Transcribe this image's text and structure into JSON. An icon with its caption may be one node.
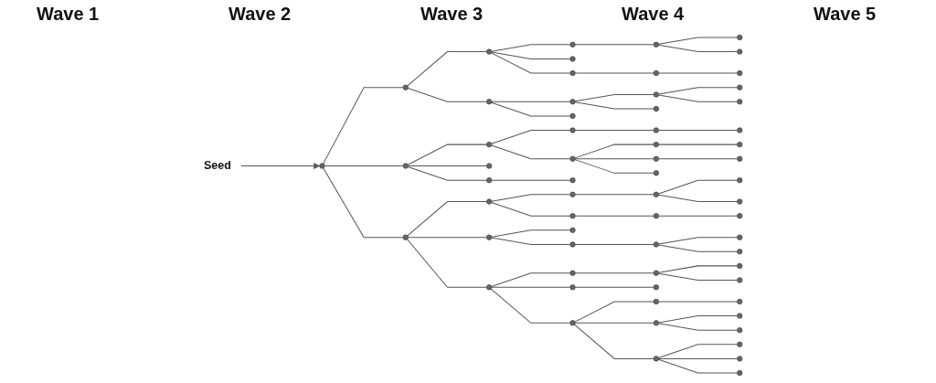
{
  "diagram": {
    "nodes": [
      {
        "text": [
          "Seed"
        ]
      },
      {
        "text": [],
        "shape": "circle"
      },
      {
        "text": [],
        "shape": "circle"
      },
      {
        "text": [],
        "shape": "circle"
      },
      {
        "text": [],
        "shape": "circle"
      },
      {
        "text": [],
        "shape": "circle"
      },
      {
        "text": [],
        "shape": "circle"
      },
      {
        "text": [],
        "shape": "circle"
      },
      {
        "text": [],
        "shape": "circle"
      },
      {
        "text": [],
        "shape": "circle"
      },
      {
        "text": [],
        "shape": "circle"
      },
      {
        "text": [],
        "shape": "circle"
      },
      {
        "text": [],
        "shape": "circle"
      },
      {
        "text": [],
        "shape": "circle"
      },
      {
        "text": [],
        "shape": "circle"
      },
      {
        "text": [],
        "shape": "circle"
      },
      {
        "text": [],
        "shape": "circle"
      },
      {
        "text": [],
        "shape": "circle"
      },
      {
        "text": [],
        "shape": "circle"
      },
      {
        "text": [],
        "shape": "circle"
      },
      {
        "text": [],
        "shape": "circle"
      },
      {
        "text": [],
        "shape": "circle"
      },
      {
        "text": [],
        "shape": "circle"
      },
      {
        "text": [],
        "shape": "circle"
      },
      {
        "text": [],
        "shape": "circle"
      },
      {
        "text": [],
        "shape": "circle"
      },
      {
        "text": [],
        "shape": "circle"
      },
      {
        "text": [],
        "shape": "circle"
      },
      {
        "text": [],
        "shape": "circle"
      },
      {
        "text": [],
        "shape": "circle"
      },
      {
        "text": [],
        "shape": "circle"
      },
      {
        "text": [],
        "shape": "circle"
      },
      {
        "text": [],
        "shape": "circle"
      },
      {
        "text": [],
        "shape": "circle"
      },
      {
        "text": [],
        "shape": "circle"
      },
      {
        "text": [],
        "shape": "circle"
      },
      {
        "text": [],
        "shape": "circle"
      },
      {
        "text": [],
        "shape": "circle"
      },
      {
        "text": [],
        "shape": "circle"
      },
      {
        "text": [],
        "shape": "circle"
      },
      {
        "text": [],
        "shape": "circle"
      },
      {
        "text": [],
        "shape": "circle"
      },
      {
        "text": [],
        "shape": "circle"
      },
      {
        "text": [],
        "shape": "circle"
      },
      {
        "text": [],
        "shape": "circle"
      },
      {
        "text": [],
        "shape": "circle"
      },
      {
        "text": [],
        "shape": "circle"
      },
      {
        "text": [],
        "shape": "circle"
      },
      {
        "text": [],
        "shape": "circle"
      },
      {
        "text": [],
        "shape": "circle"
      },
      {
        "text": [],
        "shape": "circle"
      },
      {
        "text": [],
        "shape": "circle"
      },
      {
        "text": [],
        "shape": "circle"
      },
      {
        "text": [],
        "shape": "circle"
      },
      {
        "text": [],
        "shape": "circle"
      },
      {
        "text": [],
        "shape": "circle"
      },
      {
        "text": [],
        "shape": "circle"
      },
      {
        "text": [],
        "shape": "circle"
      },
      {
        "text": [],
        "shape": "circle"
      },
      {
        "text": [],
        "shape": "circle"
      },
      {
        "text": [],
        "shape": "circle"
      },
      {
        "text": [],
        "shape": "circle"
      },
      {
        "text": [],
        "shape": "circle"
      },
      {
        "text": [],
        "shape": "circle"
      },
      {
        "text": [],
        "shape": "circle"
      }
    ],
    "edges": [
      {
        "from": 0,
        "to": 1,
        "arrow": "to"
      },
      {
        "from": 1,
        "to": 2,
        "arrow": "none"
      },
      {
        "from": 1,
        "to": 3,
        "arrow": "none"
      },
      {
        "from": 1,
        "to": 4,
        "arrow": "none"
      },
      {
        "from": 2,
        "to": 5,
        "arrow": "none"
      },
      {
        "from": 2,
        "to": 6,
        "arrow": "none"
      },
      {
        "from": 3,
        "to": 7,
        "arrow": "none"
      },
      {
        "from": 3,
        "to": 8,
        "arrow": "none"
      },
      {
        "from": 3,
        "to": 9,
        "arrow": "none"
      },
      {
        "from": 4,
        "to": 10,
        "arrow": "none"
      },
      {
        "from": 4,
        "to": 11,
        "arrow": "none"
      },
      {
        "from": 4,
        "to": 12,
        "arrow": "none"
      },
      {
        "from": 5,
        "to": 13,
        "arrow": "none"
      },
      {
        "from": 5,
        "to": 14,
        "arrow": "none"
      },
      {
        "from": 5,
        "to": 15,
        "arrow": "none"
      },
      {
        "from": 6,
        "to": 16,
        "arrow": "none"
      },
      {
        "from": 6,
        "to": 17,
        "arrow": "none"
      },
      {
        "from": 7,
        "to": 18,
        "arrow": "none"
      },
      {
        "from": 7,
        "to": 19,
        "arrow": "none"
      },
      {
        "from": 9,
        "to": 20,
        "arrow": "none"
      },
      {
        "from": 10,
        "to": 21,
        "arrow": "none"
      },
      {
        "from": 10,
        "to": 22,
        "arrow": "none"
      },
      {
        "from": 11,
        "to": 23,
        "arrow": "none"
      },
      {
        "from": 11,
        "to": 24,
        "arrow": "none"
      },
      {
        "from": 12,
        "to": 25,
        "arrow": "none"
      },
      {
        "from": 12,
        "to": 26,
        "arrow": "none"
      },
      {
        "from": 12,
        "to": 27,
        "arrow": "none"
      },
      {
        "from": 13,
        "to": 28,
        "arrow": "none"
      },
      {
        "from": 15,
        "to": 29,
        "arrow": "none"
      },
      {
        "from": 16,
        "to": 30,
        "arrow": "none"
      },
      {
        "from": 16,
        "to": 31,
        "arrow": "none"
      },
      {
        "from": 18,
        "to": 32,
        "arrow": "none"
      },
      {
        "from": 19,
        "to": 33,
        "arrow": "none"
      },
      {
        "from": 19,
        "to": 34,
        "arrow": "none"
      },
      {
        "from": 19,
        "to": 35,
        "arrow": "none"
      },
      {
        "from": 21,
        "to": 36,
        "arrow": "none"
      },
      {
        "from": 22,
        "to": 37,
        "arrow": "none"
      },
      {
        "from": 24,
        "to": 38,
        "arrow": "none"
      },
      {
        "from": 25,
        "to": 39,
        "arrow": "none"
      },
      {
        "from": 26,
        "to": 40,
        "arrow": "none"
      },
      {
        "from": 27,
        "to": 41,
        "arrow": "none"
      },
      {
        "from": 27,
        "to": 42,
        "arrow": "none"
      },
      {
        "from": 27,
        "to": 43,
        "arrow": "none"
      },
      {
        "from": 28,
        "to": 44,
        "arrow": "none"
      },
      {
        "from": 28,
        "to": 45,
        "arrow": "none"
      },
      {
        "from": 29,
        "to": 46,
        "arrow": "none"
      },
      {
        "from": 30,
        "to": 47,
        "arrow": "none"
      },
      {
        "from": 30,
        "to": 48,
        "arrow": "none"
      },
      {
        "from": 32,
        "to": 49,
        "arrow": "none"
      },
      {
        "from": 33,
        "to": 50,
        "arrow": "none"
      },
      {
        "from": 34,
        "to": 51,
        "arrow": "none"
      },
      {
        "from": 36,
        "to": 52,
        "arrow": "none"
      },
      {
        "from": 36,
        "to": 53,
        "arrow": "none"
      },
      {
        "from": 37,
        "to": 54,
        "arrow": "none"
      },
      {
        "from": 38,
        "to": 55,
        "arrow": "none"
      },
      {
        "from": 38,
        "to": 56,
        "arrow": "none"
      },
      {
        "from": 39,
        "to": 57,
        "arrow": "none"
      },
      {
        "from": 39,
        "to": 58,
        "arrow": "none"
      },
      {
        "from": 41,
        "to": 59,
        "arrow": "none"
      },
      {
        "from": 42,
        "to": 60,
        "arrow": "none"
      },
      {
        "from": 42,
        "to": 61,
        "arrow": "none"
      },
      {
        "from": 43,
        "to": 62,
        "arrow": "none"
      },
      {
        "from": 43,
        "to": 63,
        "arrow": "none"
      },
      {
        "from": 43,
        "to": 64,
        "arrow": "none"
      }
    ],
    "labels": [
      "Wave 1",
      "Wave 2",
      "Wave 3",
      "Wave 4",
      "Wave 5"
    ]
  }
}
